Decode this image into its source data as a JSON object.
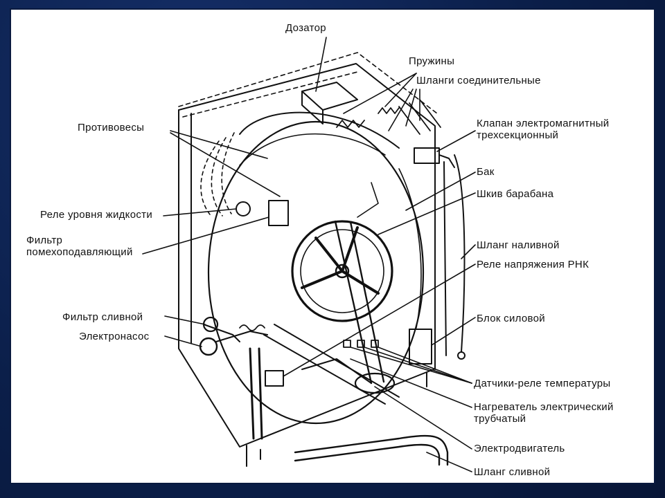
{
  "labels": {
    "dozator": "Дозатор",
    "pruzhiny": "Пружины",
    "shlangi": "Шланги соединительные",
    "protivovesy": "Противовесы",
    "klapan": "Клапан электромагнитный\nтрехсекционный",
    "bak": "Бак",
    "shkiv": "Шкив барабана",
    "rele_urovnya": "Реле уровня жидкости",
    "filtr_pomeho": "Фильтр\nпомехоподавляющий",
    "shlang_nalivnoy": "Шланг наливной",
    "rele_napr": "Реле напряжения РНК",
    "filtr_slivnoy": "Фильтр сливной",
    "blok_silovoy": "Блок силовой",
    "elektronasos": "Электронасос",
    "datchiki": "Датчики-реле температуры",
    "nagrevatel": "Нагреватель электрический\nтрубчатый",
    "elektrodvigatel": "Электродвигатель",
    "shlang_slivnoy": "Шланг сливной"
  },
  "colors": {
    "background": "#0b1f4a",
    "panel": "#ffffff",
    "ink": "#111111"
  }
}
